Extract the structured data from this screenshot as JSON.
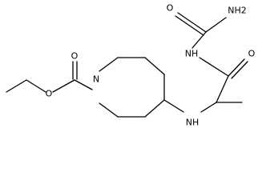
{
  "molecule": {
    "atom_labels": {
      "nh2": "NH2",
      "o_urea": "O",
      "nh_imide": "NH",
      "o_amide": "O",
      "o_ester_carbonyl": "O",
      "o_ester": "O",
      "n_ring": "N",
      "nh_amine": "NH"
    }
  }
}
